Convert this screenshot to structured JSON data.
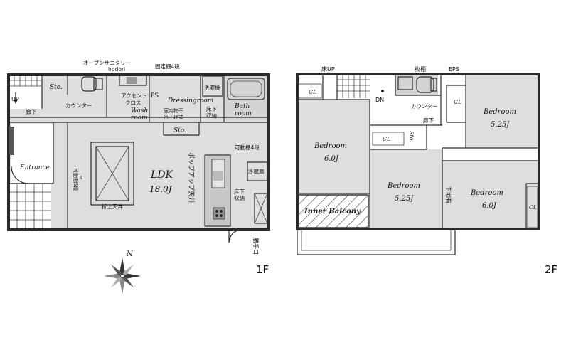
{
  "floor1": {
    "label": "1F",
    "rooms": {
      "ldk": "LDK",
      "ldk_size": "18.0J",
      "entrance": "Entrance",
      "bath": "Bath",
      "bath2": "room",
      "dressing": "Dressingroom",
      "wash": "Wash",
      "wash2": "room",
      "sto_top": "Sto.",
      "sto_mid": "Sto."
    },
    "notes": {
      "open_sanitary": "オープンサニタリー",
      "irodori": "irodori",
      "fixed_shelf": "固定棚4段",
      "accent_cloth": "アクセント",
      "accent_cloth2": "クロス",
      "ps": "PS",
      "laundry": "洗濯機",
      "indoor_dry": "室内物干",
      "indoor_dry2": "吊下げ式",
      "underfloor": "床下",
      "underfloor2": "収納",
      "up": "UP",
      "hall": "廊下",
      "counter": "カウンター",
      "adj_shelf": "可動棚4段",
      "adj_shelf_left": "可動棚5段",
      "popup_ceiling": "ポップアップ天井",
      "fridge": "冷蔵庫",
      "folded_ceiling": "折上天井",
      "l_mark": "L",
      "back_door": "勝手口",
      "underfloor_k": "床下",
      "underfloor_k2": "収納"
    }
  },
  "floor2": {
    "label": "2F",
    "rooms": {
      "bed_tl": "Bedroom",
      "bed_tl_size": "6.0J",
      "bed_tr": "Bedroom",
      "bed_tr_size": "5.25J",
      "bed_mid": "Bedroom",
      "bed_mid_size": "5.25J",
      "bed_br": "Bedroom",
      "bed_br_size": "6.0J",
      "inner_balcony": "Inner Balcony",
      "cl1": "CL",
      "cl2": "CL",
      "cl3": "CL",
      "cl4": "CL",
      "sto": "Sto."
    },
    "notes": {
      "floor_up": "床UP",
      "shelf": "枚棚",
      "eps": "EPS",
      "dn": "DN",
      "counter": "カウンター",
      "hall": "廊下",
      "attic": "下地有"
    }
  },
  "compass": {
    "label": "N"
  }
}
